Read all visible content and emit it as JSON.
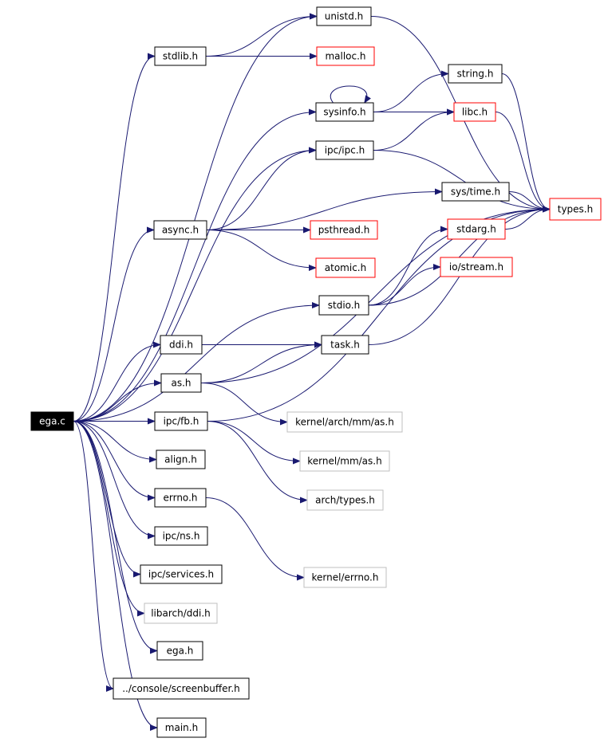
{
  "colors": {
    "edge": "#191970",
    "node_border_black": "#000000",
    "node_border_red": "#ff0000",
    "node_border_gray": "#bfbfbf",
    "root_fill": "#000000",
    "root_text": "#ffffff",
    "node_fill": "#ffffff",
    "node_text": "#000000"
  },
  "nodes": {
    "ega_c": {
      "label": "ega.c",
      "style": "root"
    },
    "unistd_h": {
      "label": "unistd.h",
      "style": "black"
    },
    "stdlib_h": {
      "label": "stdlib.h",
      "style": "black"
    },
    "malloc_h": {
      "label": "malloc.h",
      "style": "red"
    },
    "string_h": {
      "label": "string.h",
      "style": "black"
    },
    "sysinfo_h": {
      "label": "sysinfo.h",
      "style": "black"
    },
    "libc_h": {
      "label": "libc.h",
      "style": "red"
    },
    "ipc_ipc_h": {
      "label": "ipc/ipc.h",
      "style": "black"
    },
    "sys_time_h": {
      "label": "sys/time.h",
      "style": "black"
    },
    "types_h": {
      "label": "types.h",
      "style": "red"
    },
    "async_h": {
      "label": "async.h",
      "style": "black"
    },
    "psthread_h": {
      "label": "psthread.h",
      "style": "red"
    },
    "stdarg_h": {
      "label": "stdarg.h",
      "style": "red"
    },
    "atomic_h": {
      "label": "atomic.h",
      "style": "red"
    },
    "io_stream_h": {
      "label": "io/stream.h",
      "style": "red"
    },
    "stdio_h": {
      "label": "stdio.h",
      "style": "black"
    },
    "ddi_h": {
      "label": "ddi.h",
      "style": "black"
    },
    "task_h": {
      "label": "task.h",
      "style": "black"
    },
    "as_h": {
      "label": "as.h",
      "style": "black"
    },
    "kernel_arch_mm_as_h": {
      "label": "kernel/arch/mm/as.h",
      "style": "gray"
    },
    "ipc_fb_h": {
      "label": "ipc/fb.h",
      "style": "black"
    },
    "kernel_mm_as_h": {
      "label": "kernel/mm/as.h",
      "style": "gray"
    },
    "align_h": {
      "label": "align.h",
      "style": "black"
    },
    "arch_types_h": {
      "label": "arch/types.h",
      "style": "gray"
    },
    "errno_h": {
      "label": "errno.h",
      "style": "black"
    },
    "ipc_ns_h": {
      "label": "ipc/ns.h",
      "style": "black"
    },
    "kernel_errno_h": {
      "label": "kernel/errno.h",
      "style": "gray"
    },
    "ipc_services_h": {
      "label": "ipc/services.h",
      "style": "black"
    },
    "libarch_ddi_h": {
      "label": "libarch/ddi.h",
      "style": "gray"
    },
    "ega_h": {
      "label": "ega.h",
      "style": "black"
    },
    "console_screenbuffer_h": {
      "label": "../console/screenbuffer.h",
      "style": "black"
    },
    "main_h": {
      "label": "main.h",
      "style": "black"
    }
  },
  "edges": [
    [
      "ega_c",
      "unistd_h"
    ],
    [
      "ega_c",
      "stdlib_h"
    ],
    [
      "ega_c",
      "sysinfo_h"
    ],
    [
      "ega_c",
      "ipc_ipc_h"
    ],
    [
      "ega_c",
      "async_h"
    ],
    [
      "ega_c",
      "stdio_h"
    ],
    [
      "ega_c",
      "ddi_h"
    ],
    [
      "ega_c",
      "as_h"
    ],
    [
      "ega_c",
      "ipc_fb_h"
    ],
    [
      "ega_c",
      "align_h"
    ],
    [
      "ega_c",
      "errno_h"
    ],
    [
      "ega_c",
      "ipc_ns_h"
    ],
    [
      "ega_c",
      "ipc_services_h"
    ],
    [
      "ega_c",
      "libarch_ddi_h"
    ],
    [
      "ega_c",
      "ega_h"
    ],
    [
      "ega_c",
      "console_screenbuffer_h"
    ],
    [
      "ega_c",
      "main_h"
    ],
    [
      "stdlib_h",
      "unistd_h"
    ],
    [
      "stdlib_h",
      "malloc_h"
    ],
    [
      "unistd_h",
      "types_h"
    ],
    [
      "sysinfo_h",
      "sysinfo_h"
    ],
    [
      "sysinfo_h",
      "string_h"
    ],
    [
      "sysinfo_h",
      "libc_h"
    ],
    [
      "string_h",
      "types_h"
    ],
    [
      "libc_h",
      "types_h"
    ],
    [
      "ipc_ipc_h",
      "libc_h"
    ],
    [
      "ipc_ipc_h",
      "types_h"
    ],
    [
      "async_h",
      "ipc_ipc_h"
    ],
    [
      "async_h",
      "sys_time_h"
    ],
    [
      "async_h",
      "psthread_h"
    ],
    [
      "async_h",
      "atomic_h"
    ],
    [
      "sys_time_h",
      "types_h"
    ],
    [
      "stdio_h",
      "stdarg_h"
    ],
    [
      "stdio_h",
      "io_stream_h"
    ],
    [
      "stdio_h",
      "types_h"
    ],
    [
      "stdarg_h",
      "types_h"
    ],
    [
      "ddi_h",
      "task_h"
    ],
    [
      "task_h",
      "types_h"
    ],
    [
      "as_h",
      "task_h"
    ],
    [
      "as_h",
      "types_h"
    ],
    [
      "as_h",
      "kernel_arch_mm_as_h"
    ],
    [
      "ipc_fb_h",
      "kernel_mm_as_h"
    ],
    [
      "ipc_fb_h",
      "arch_types_h"
    ],
    [
      "ipc_fb_h",
      "types_h"
    ],
    [
      "errno_h",
      "kernel_errno_h"
    ]
  ]
}
